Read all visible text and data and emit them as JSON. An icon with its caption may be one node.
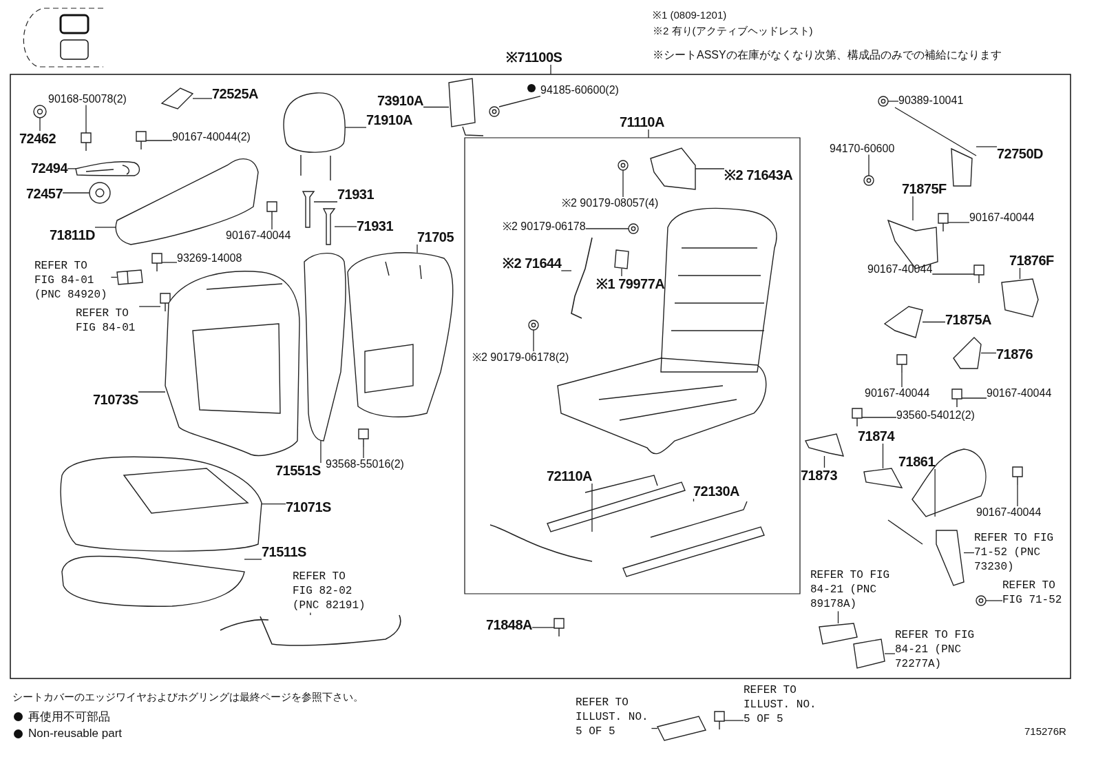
{
  "diagram": {
    "nodes": [
      {
        "text": [
          "※71100S"
        ]
      },
      {
        "text": [
          "90168-50078(2)"
        ]
      },
      {
        "text": [
          "72462"
        ]
      },
      {
        "text": [
          "72525A"
        ]
      },
      {
        "text": [
          "90167-40044(2)"
        ]
      },
      {
        "text": [
          "72494"
        ]
      },
      {
        "text": [
          "72457"
        ]
      },
      {
        "text": [
          "71811D"
        ]
      },
      {
        "text": [
          "90167-40044"
        ]
      },
      {
        "text": [
          "71910A"
        ]
      },
      {
        "text": [
          "71931"
        ]
      },
      {
        "text": [
          "71931"
        ]
      },
      {
        "text": [
          "73910A"
        ]
      },
      {
        "text": [
          "94185-60600(2)"
        ]
      },
      {
        "text": [
          "71705"
        ]
      },
      {
        "text": [
          "REFER TO FIG 84-01 (PNC 84920)"
        ]
      },
      {
        "text": [
          "93269-14008"
        ]
      },
      {
        "text": [
          "REFER TO FIG 84-01"
        ]
      },
      {
        "text": [
          "71073S"
        ]
      },
      {
        "text": [
          "71551S"
        ]
      },
      {
        "text": [
          "93568-55016(2)"
        ]
      },
      {
        "text": [
          "71071S"
        ]
      },
      {
        "text": [
          "71511S"
        ]
      },
      {
        "text": [
          "REFER TO FIG 82-02 (PNC 82191)"
        ]
      },
      {
        "text": [
          "71110A"
        ]
      },
      {
        "text": [
          "※2 71643A"
        ]
      },
      {
        "text": [
          "※2 90179-08057(4)"
        ]
      },
      {
        "text": [
          "※2 90179-06178"
        ]
      },
      {
        "text": [
          "※2 71644"
        ]
      },
      {
        "text": [
          "※1 79977A"
        ]
      },
      {
        "text": [
          "※2 90179-06178(2)"
        ]
      },
      {
        "text": [
          "94170-60600"
        ]
      },
      {
        "text": [
          "90389-10041"
        ]
      },
      {
        "text": [
          "72750D"
        ]
      },
      {
        "text": [
          "71875F"
        ]
      },
      {
        "text": [
          "90167-40044"
        ]
      },
      {
        "text": [
          "90167-40044"
        ]
      },
      {
        "text": [
          "71876F"
        ]
      },
      {
        "text": [
          "71875A"
        ]
      },
      {
        "text": [
          "71876"
        ]
      },
      {
        "text": [
          "90167-40044"
        ]
      },
      {
        "text": [
          "90167-40044"
        ]
      },
      {
        "text": [
          "93560-54012(2)"
        ]
      },
      {
        "text": [
          "71874"
        ]
      },
      {
        "text": [
          "71873"
        ]
      },
      {
        "text": [
          "71861"
        ]
      },
      {
        "text": [
          "90167-40044"
        ]
      },
      {
        "text": [
          "72110A"
        ]
      },
      {
        "text": [
          "72130A"
        ]
      },
      {
        "text": [
          "REFER TO FIG 71-52 (PNC 73230)"
        ]
      },
      {
        "text": [
          "REFER TO FIG 71-52"
        ]
      },
      {
        "text": [
          "REFER TO FIG 84-21 (PNC 89178A)"
        ]
      },
      {
        "text": [
          "71848A"
        ]
      },
      {
        "text": [
          "REFER TO FIG 84-21 (PNC 72277A)"
        ]
      },
      {
        "text": [
          "REFER TO ILLUST. NO. 5 OF 5"
        ]
      },
      {
        "text": [
          "REFER TO ILLUST. NO. 5 OF 5"
        ]
      },
      {
        "text": [],
        "shape": "picture"
      },
      {
        "text": [],
        "shape": "picture"
      },
      {
        "text": [],
        "shape": "picture"
      },
      {
        "text": [],
        "shape": "picture"
      },
      {
        "text": [],
        "shape": "picture"
      },
      {
        "text": [],
        "shape": "picture"
      },
      {
        "text": [],
        "shape": "picture"
      },
      {
        "text": [],
        "shape": "picture"
      },
      {
        "text": [],
        "shape": "picture"
      },
      {
        "text": [],
        "shape": "picture"
      },
      {
        "text": [],
        "shape": "picture"
      },
      {
        "text": [],
        "shape": "picture"
      },
      {
        "text": [],
        "shape": "picture"
      },
      {
        "text": [],
        "shape": "picture"
      },
      {
        "text": [],
        "shape": "picture"
      },
      {
        "text": [],
        "shape": "picture"
      },
      {
        "text": [],
        "shape": "picture"
      },
      {
        "text": [],
        "shape": "picture"
      },
      {
        "text": [],
        "shape": "picture"
      },
      {
        "text": [],
        "shape": "picture"
      },
      {
        "text": [],
        "shape": "picture"
      },
      {
        "text": [],
        "shape": "picture"
      },
      {
        "text": [],
        "shape": "picture"
      },
      {
        "text": [],
        "shape": "picture"
      },
      {
        "text": [],
        "shape": "picture"
      },
      {
        "text": [],
        "shape": "picture"
      },
      {
        "text": [],
        "shape": "picture"
      },
      {
        "text": [],
        "shape": "picture"
      },
      {
        "text": [],
        "shape": "picture"
      },
      {
        "text": [],
        "shape": "picture"
      },
      {
        "text": [],
        "shape": "picture"
      },
      {
        "text": [],
        "shape": "picture"
      },
      {
        "text": [],
        "shape": "picture"
      },
      {
        "text": [],
        "shape": "picture"
      },
      {
        "text": [],
        "shape": "picture"
      },
      {
        "text": [],
        "shape": "picture"
      },
      {
        "text": [],
        "shape": "picture"
      },
      {
        "text": [],
        "shape": "picture"
      },
      {
        "text": [],
        "shape": "picture"
      },
      {
        "text": [],
        "shape": "picture"
      },
      {
        "text": [],
        "shape": "picture"
      },
      {
        "text": [],
        "shape": "picture"
      },
      {
        "text": [],
        "shape": "picture"
      },
      {
        "text": [],
        "shape": "picture"
      },
      {
        "text": [],
        "shape": "picture"
      },
      {
        "text": [],
        "shape": "picture"
      },
      {
        "text": [],
        "shape": "picture"
      },
      {
        "text": [],
        "shape": "picture"
      },
      {
        "text": [],
        "shape": "picture"
      },
      {
        "text": [],
        "shape": "picture"
      },
      {
        "text": [],
        "shape": "picture"
      },
      {
        "text": [],
        "shape": "picture"
      },
      {
        "text": [],
        "shape": "picture"
      },
      {
        "text": [],
        "shape": "picture"
      }
    ],
    "edges": [
      {
        "from": 0,
        "to": null,
        "arrow": "none"
      },
      {
        "from": 1,
        "to": 56,
        "arrow": "none"
      },
      {
        "from": 2,
        "to": 57,
        "arrow": "none"
      },
      {
        "from": 3,
        "to": 58,
        "arrow": "none"
      },
      {
        "from": 4,
        "to": 59,
        "arrow": "none"
      },
      {
        "from": 5,
        "to": 60,
        "arrow": "none"
      },
      {
        "from": 6,
        "to": 61,
        "arrow": "none"
      },
      {
        "from": 7,
        "to": 62,
        "arrow": "none"
      },
      {
        "from": 8,
        "to": 63,
        "arrow": "none"
      },
      {
        "from": 9,
        "to": 64,
        "arrow": "none"
      },
      {
        "from": 10,
        "to": 65,
        "arrow": "none"
      },
      {
        "from": 11,
        "to": 66,
        "arrow": "none"
      },
      {
        "from": 12,
        "to": 67,
        "arrow": "none"
      },
      {
        "from": 13,
        "to": 68,
        "arrow": "none"
      },
      {
        "from": 14,
        "to": 69,
        "arrow": "none"
      },
      {
        "from": 15,
        "to": 70,
        "arrow": "none"
      },
      {
        "from": 16,
        "to": 71,
        "arrow": "none"
      },
      {
        "from": 17,
        "to": 72,
        "arrow": "none"
      },
      {
        "from": 18,
        "to": 73,
        "arrow": "none"
      },
      {
        "from": 19,
        "to": 74,
        "arrow": "none"
      },
      {
        "from": 20,
        "to": 75,
        "arrow": "none"
      },
      {
        "from": 21,
        "to": 76,
        "arrow": "none"
      },
      {
        "from": 22,
        "to": 77,
        "arrow": "none"
      },
      {
        "from": 23,
        "to": 78,
        "arrow": "none"
      },
      {
        "from": 24,
        "to": null,
        "arrow": "none"
      },
      {
        "from": 25,
        "to": 79,
        "arrow": "none"
      },
      {
        "from": 26,
        "to": 80,
        "arrow": "none"
      },
      {
        "from": 27,
        "to": 81,
        "arrow": "none"
      },
      {
        "from": 28,
        "to": 82,
        "arrow": "none"
      },
      {
        "from": 29,
        "to": 83,
        "arrow": "none"
      },
      {
        "from": 30,
        "to": 84,
        "arrow": "none"
      },
      {
        "from": 31,
        "to": 85,
        "arrow": "none"
      },
      {
        "from": 32,
        "to": 86,
        "arrow": "none"
      },
      {
        "from": 33,
        "to": 87,
        "arrow": "none"
      },
      {
        "from": 34,
        "to": 88,
        "arrow": "none"
      },
      {
        "from": 35,
        "to": 89,
        "arrow": "none"
      },
      {
        "from": 36,
        "to": 90,
        "arrow": "none"
      },
      {
        "from": 37,
        "to": 91,
        "arrow": "none"
      },
      {
        "from": 38,
        "to": 92,
        "arrow": "none"
      },
      {
        "from": 39,
        "to": 93,
        "arrow": "none"
      },
      {
        "from": 40,
        "to": 94,
        "arrow": "none"
      },
      {
        "from": 41,
        "to": 95,
        "arrow": "none"
      },
      {
        "from": 42,
        "to": 96,
        "arrow": "none"
      },
      {
        "from": 43,
        "to": 97,
        "arrow": "none"
      },
      {
        "from": 44,
        "to": 98,
        "arrow": "none"
      },
      {
        "from": 45,
        "to": 99,
        "arrow": "none"
      },
      {
        "from": 46,
        "to": 100,
        "arrow": "none"
      },
      {
        "from": 47,
        "to": 101,
        "arrow": "none"
      },
      {
        "from": 48,
        "to": 102,
        "arrow": "none"
      },
      {
        "from": 49,
        "to": 103,
        "arrow": "none"
      },
      {
        "from": 50,
        "to": 104,
        "arrow": "none"
      },
      {
        "from": 51,
        "to": 105,
        "arrow": "none"
      },
      {
        "from": 52,
        "to": 106,
        "arrow": "none"
      },
      {
        "from": 53,
        "to": 107,
        "arrow": "none"
      },
      {
        "from": 54,
        "to": 108,
        "arrow": "none"
      },
      {
        "from": 55,
        "to": 109,
        "arrow": "none"
      }
    ],
    "labels": [
      "※1 (0809-1201)",
      "※2 有り(アクティブヘッドレスト)",
      "※シートASSYの在庫がなくなり次第、構成品のみでの補給になります",
      "シートカバーのエッジワイヤおよびホグリングは最終ページを参照下さい。",
      "715276R"
    ],
    "legend": [
      {
        "text": "再使用不可部品"
      },
      {
        "text": "Non-reusable part"
      }
    ]
  }
}
